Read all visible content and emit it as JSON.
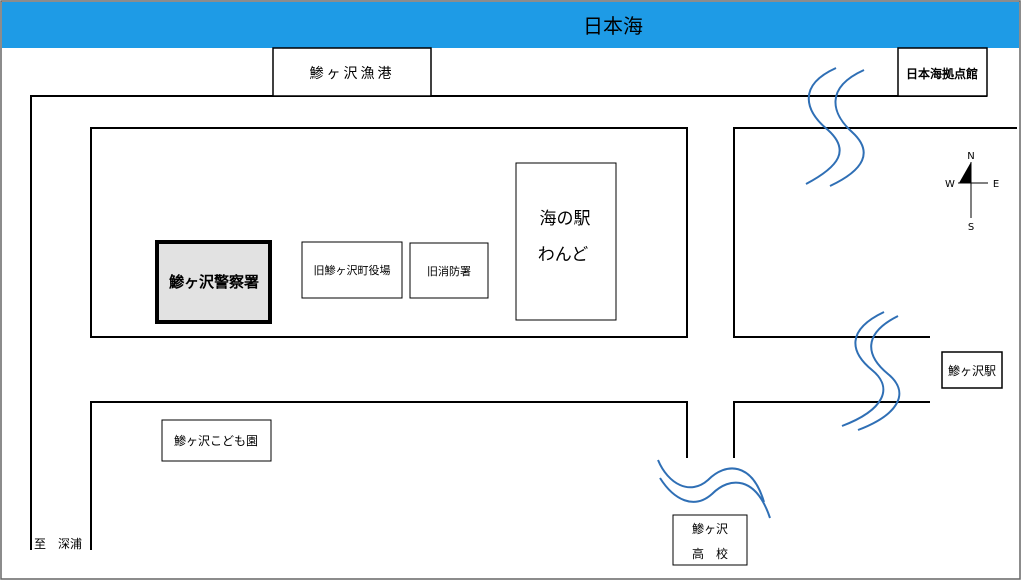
{
  "sea": {
    "label": "日本海",
    "color": "#1e9be6"
  },
  "frame_color": "#000000",
  "river_color": "#2f6fb5",
  "landmarks": {
    "fishing_port": "鯵ヶ沢漁港",
    "japan_sea_center": "日本海拠点館",
    "police_station": "鯵ヶ沢警察署",
    "old_town_hall": "旧鯵ヶ沢町役場",
    "old_fire_station": "旧消防署",
    "roadside_station_line1": "海の駅",
    "roadside_station_line2": "わんど",
    "station": "鯵ヶ沢駅",
    "nursery": "鯵ヶ沢こども園",
    "high_school_line1": "鯵ヶ沢",
    "high_school_line2": "高　校",
    "to_fukaura": "至　深浦"
  },
  "compass": {
    "north": "N",
    "south": "S",
    "east": "E",
    "west": "W"
  }
}
